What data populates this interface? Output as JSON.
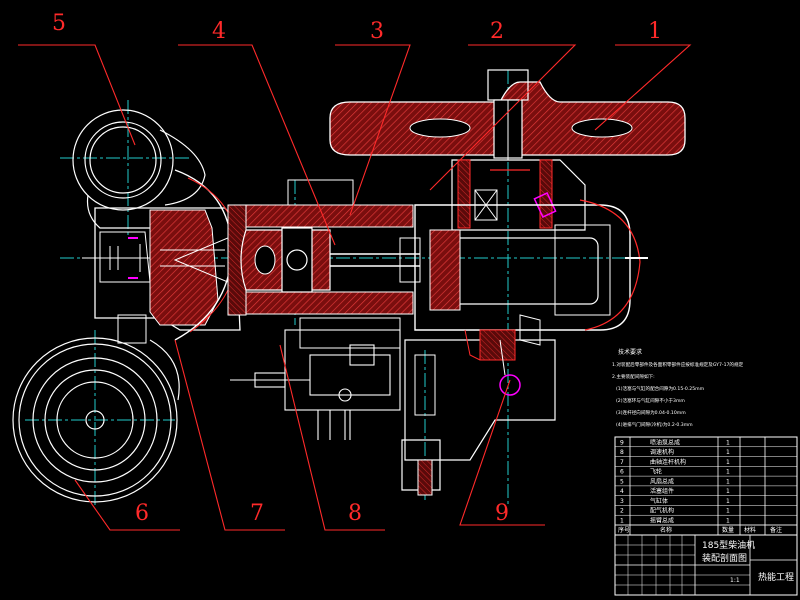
{
  "part_labels": [
    "5",
    "4",
    "3",
    "2",
    "1",
    "6",
    "7",
    "8",
    "9"
  ],
  "notes": {
    "heading": "技术要求",
    "lines": [
      "1.对装配后零部件及各面积零部件应按标准规定及GY7-17的规定",
      "2.主要装配间隙如下:",
      "(1)活塞与气缸的配合间隙为0.15-0.25mm",
      "(2)活塞环与气缸间隙不小于3mm",
      "(3)连杆径向间隙为0.04-0.10mm",
      "(4)进排气门间隙(冷机)为0.2-0.3mm"
    ]
  },
  "title_block": {
    "columns": [
      "序号",
      "名称",
      "数量",
      "材料",
      "备注"
    ],
    "rows": [
      [
        "9",
        "喷油泵总成",
        "1",
        "",
        ""
      ],
      [
        "8",
        "调速机构",
        "1",
        "",
        ""
      ],
      [
        "7",
        "曲轴连杆机构",
        "1",
        "",
        ""
      ],
      [
        "6",
        "飞轮",
        "1",
        "",
        ""
      ],
      [
        "5",
        "风扇总成",
        "1",
        "",
        ""
      ],
      [
        "4",
        "活塞组件",
        "1",
        "",
        ""
      ],
      [
        "3",
        "气缸体",
        "1",
        "",
        ""
      ],
      [
        "2",
        "配气机构",
        "1",
        "",
        ""
      ],
      [
        "1",
        "摇臂总成",
        "1",
        "",
        ""
      ]
    ],
    "drawing_title": "185型柴油机",
    "drawing_subtitle": "装配剖面图",
    "scale": "1:1",
    "school": "热能工程"
  },
  "colors": {
    "background": "#000000",
    "leader": "#ff2a2a",
    "outline": "#ffffff",
    "section": "#b31414",
    "centerline": "#22cccc",
    "highlight": "#ff00ff",
    "hatch_dark": "#5a0a0a"
  }
}
